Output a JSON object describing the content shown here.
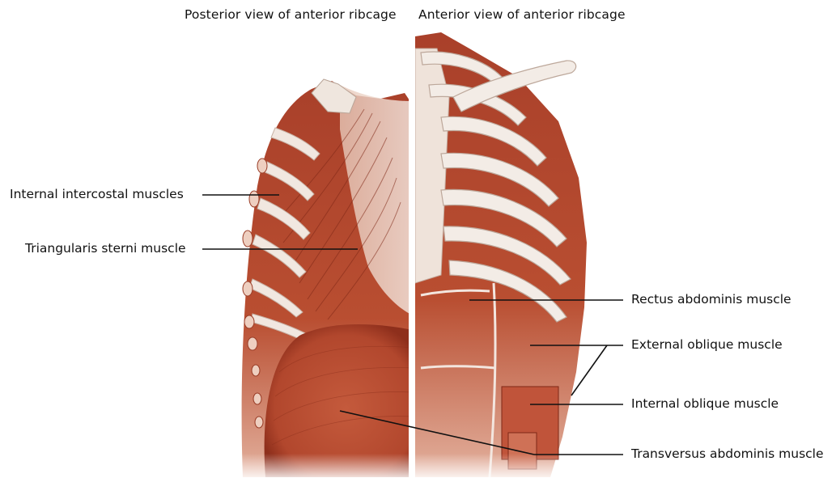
{
  "headings": {
    "left": "Posterior view of anterior ribcage",
    "right": "Anterior view of anterior ribcage"
  },
  "labels": {
    "internal_intercostal": "Internal intercostal muscles",
    "triangularis_sterni": "Triangularis sterni muscle",
    "rectus_abdominis": "Rectus abdominis muscle",
    "external_oblique": "External oblique muscle",
    "internal_oblique": "Internal oblique muscle",
    "transversus_abdominis": "Transversus abdominis muscle"
  },
  "colors": {
    "muscle": "#b8482e",
    "muscle_dark": "#8e2f1c",
    "muscle_light": "#d9826a",
    "bone": "#f2ece6",
    "bone_shadow": "#c9b9ad",
    "leader": "#111111",
    "divider": "#ffffff"
  }
}
